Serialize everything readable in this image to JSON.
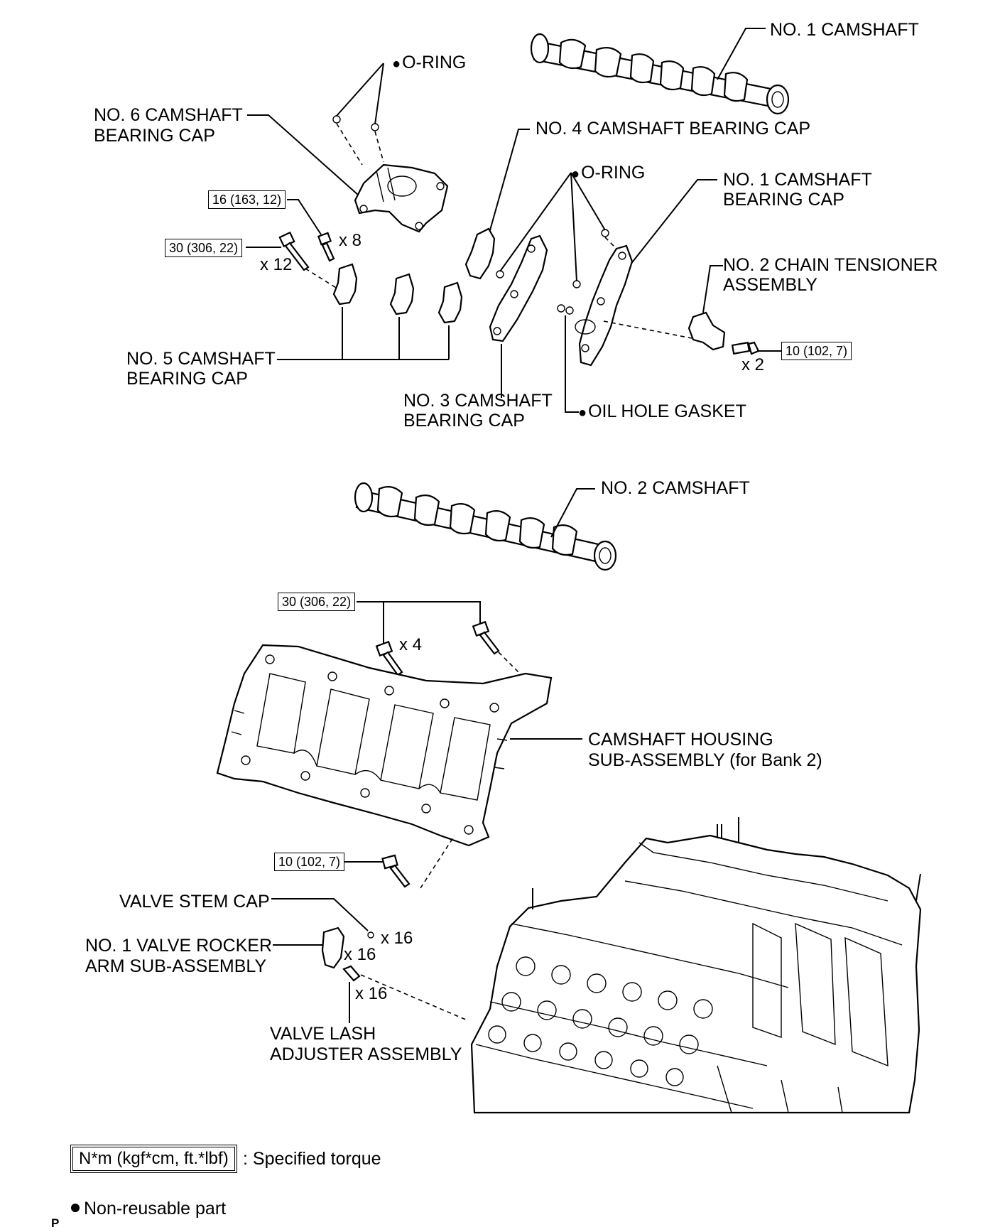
{
  "labels": {
    "no1_camshaft": "NO. 1 CAMSHAFT",
    "oring_top": "O-RING",
    "no6_cap_1": "NO. 6 CAMSHAFT",
    "no6_cap_2": "BEARING CAP",
    "no4_cap": "NO. 4 CAMSHAFT BEARING CAP",
    "oring_mid": "O-RING",
    "no1_cap_1": "NO. 1 CAMSHAFT",
    "no1_cap_2": "BEARING CAP",
    "no2_tensioner_1": "NO. 2 CHAIN TENSIONER",
    "no2_tensioner_2": "ASSEMBLY",
    "no5_cap_1": "NO. 5 CAMSHAFT",
    "no5_cap_2": "BEARING CAP",
    "no3_cap_1": "NO. 3 CAMSHAFT",
    "no3_cap_2": "BEARING CAP",
    "oil_hole_gasket": "OIL HOLE GASKET",
    "no2_camshaft": "NO. 2 CAMSHAFT",
    "housing_1": "CAMSHAFT HOUSING",
    "housing_2": "SUB-ASSEMBLY (for Bank 2)",
    "valve_stem_cap": "VALVE STEM CAP",
    "rocker_1": "NO. 1 VALVE ROCKER",
    "rocker_2": "ARM SUB-ASSEMBLY",
    "lash_1": "VALVE LASH",
    "lash_2": "ADJUSTER ASSEMBLY"
  },
  "multipliers": {
    "x8": "x 8",
    "x12": "x 12",
    "x2": "x 2",
    "x4": "x 4",
    "x16_cap": "x 16",
    "x16_rocker": "x 16",
    "x16_lash": "x 16"
  },
  "torques": {
    "t_16_163_12": "16 (163, 12)",
    "t_30_306_22_top": "30 (306, 22)",
    "t_10_102_7_tensioner": "10 (102, 7)",
    "t_30_306_22_housing": "30 (306, 22)",
    "t_10_102_7_housing": "10 (102, 7)"
  },
  "legend": {
    "torque_box": "N*m (kgf*cm, ft.*lbf)",
    "torque_text": ": Specified torque",
    "nonreusable_text": "Non-reusable part"
  },
  "page_code": "P"
}
